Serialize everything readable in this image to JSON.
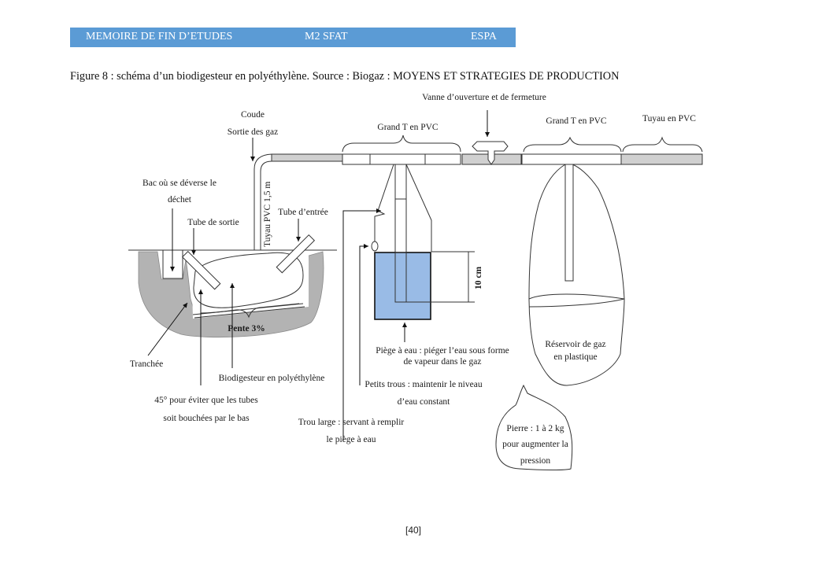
{
  "header": {
    "left": "MEMOIRE DE FIN D’ETUDES",
    "middle": "M2 SFAT",
    "right": "ESPA",
    "band_color": "#5b9bd5"
  },
  "caption": "Figure 8 : schéma d’un biodigesteur en polyéthylène. Source : Biogaz : MOYENS ET STRATEGIES DE PRODUCTION",
  "diagram": {
    "labels": {
      "coude": "Coude",
      "sortie_gaz": "Sortie des gaz",
      "vanne": "Vanne d’ouverture et de fermeture",
      "grand_t_1": "Grand T en PVC",
      "grand_t_2": "Grand T en PVC",
      "tuyau_pvc": "Tuyau en PVC",
      "bac_1": "Bac où se déverse le",
      "bac_2": "déchet",
      "tube_sortie": "Tube de sortie",
      "tube_entree": "Tube d’entrée",
      "tuyau_vertical": "Tuyau PVC 1,5 m",
      "dix_cm": "10 cm",
      "pente": "Pente 3%",
      "tranchee": "Tranchée",
      "biodigesteur": "Biodigesteur en polyéthylène",
      "angle_1": "45° pour éviter que les tubes",
      "angle_2": "soit bouchées par le bas",
      "piege_1": "Piège à eau : piéger l’eau sous forme",
      "piege_2": "de vapeur dans le gaz",
      "petits_trous_1": "Petits trous : maintenir le niveau",
      "petits_trous_2": "d’eau constant",
      "trou_large_1": "Trou large : servant à remplir",
      "trou_large_2": "le piège à eau",
      "reservoir_1": "Réservoir de gaz",
      "reservoir_2": "en plastique",
      "pierre_1": "Pierre : 1 à 2 kg",
      "pierre_2": "pour augmenter la",
      "pierre_3": "pression"
    },
    "colors": {
      "trench": "#b3b3b3",
      "water": "#8eb4e3",
      "pipe_grey": "#d0d0d0"
    }
  },
  "page_number": "[40]"
}
